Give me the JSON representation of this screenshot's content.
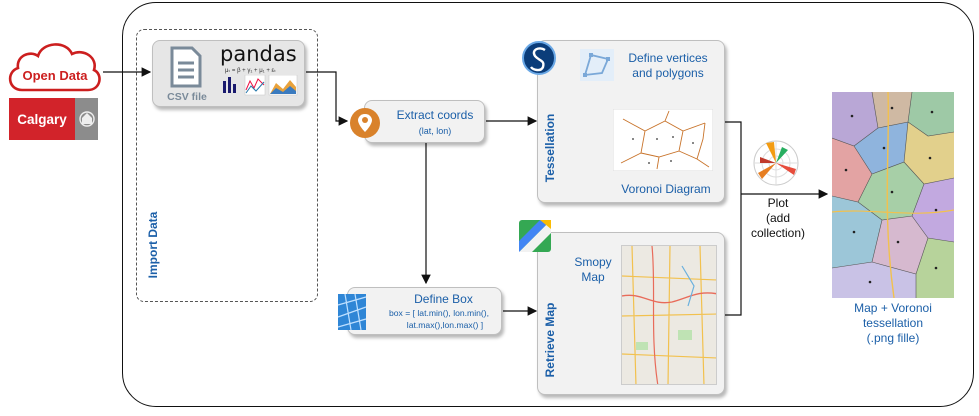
{
  "left": {
    "open_data": "Open Data",
    "calgary": "Calgary"
  },
  "import": {
    "label": "Import Data",
    "csv": "CSV file",
    "pandas": "pandas",
    "formula": "μₜ = β + γ₁ + μ₁ + εₜ"
  },
  "extract": {
    "title": "Extract coords",
    "sub": "(lat, lon)"
  },
  "define_box": {
    "title": "Define Box",
    "line1": "box = [ lat.min(), lon.min(),",
    "line2": "lat.max(),lon.max() ]"
  },
  "tessellation": {
    "label": "Tessellation",
    "vertices": "Define vertices and polygons",
    "voronoi": "Voronoi Diagram"
  },
  "retrieve": {
    "label": "Retrieve Map",
    "smopy": "Smopy Map"
  },
  "plot": {
    "line1": "Plot",
    "line2": "(add",
    "line3": "collection)"
  },
  "output": {
    "line1": "Map + Voronoi",
    "line2": "tessellation",
    "line3": "(.png fille)"
  },
  "colors": {
    "accent_blue": "#1b5fa8",
    "red": "#d2232a",
    "orange": "#d9822b"
  }
}
